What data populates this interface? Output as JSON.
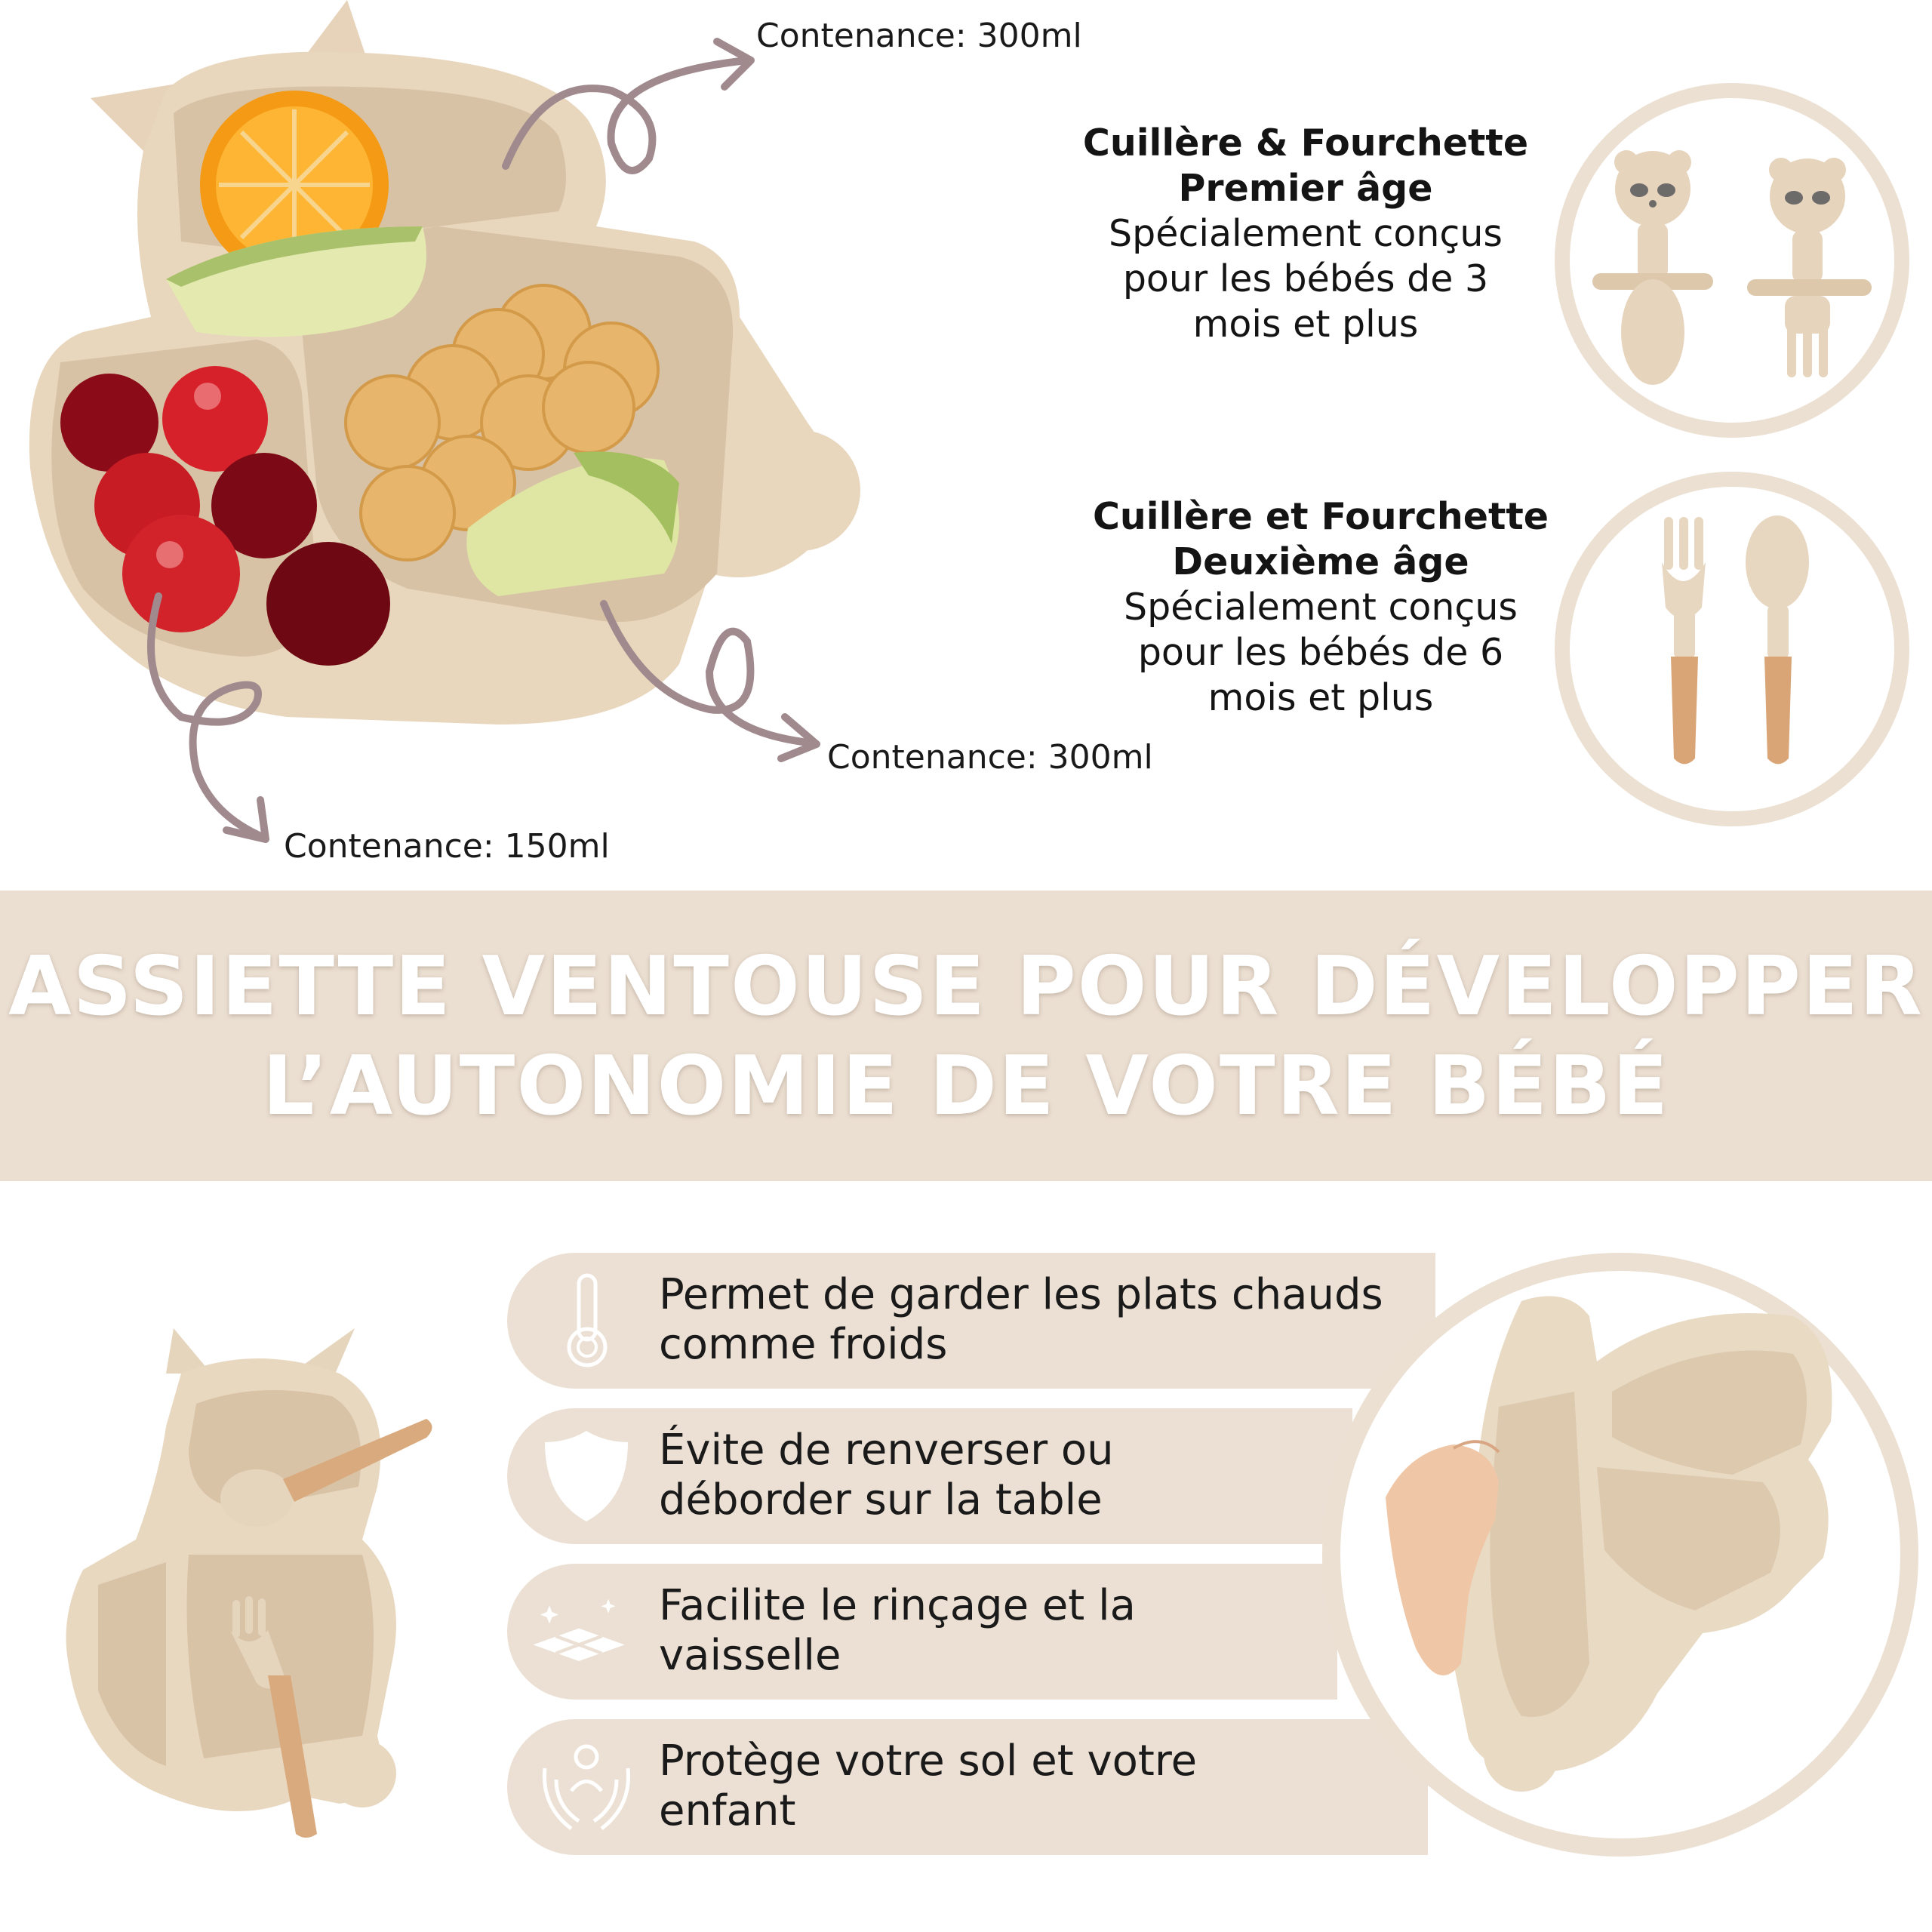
{
  "capacity_labels": {
    "top": "Contenance: 300ml",
    "middle": "Contenance: 300ml",
    "bottom": "Contenance: 150ml"
  },
  "cards": [
    {
      "title_line1": "Cuillère & Fourchette",
      "title_line2": "Premier âge",
      "desc_line1": "Spécialement conçus",
      "desc_line2": "pour les bébés de 3",
      "desc_line3": "mois et plus"
    },
    {
      "title_line1": "Cuillère et Fourchette",
      "title_line2": "Deuxième âge",
      "desc_line1": "Spécialement conçus",
      "desc_line2": "pour les bébés de 6",
      "desc_line3": "mois et plus"
    }
  ],
  "headline": {
    "line1": "ASSIETTE VENTOUSE POUR DÉVELOPPER",
    "line2": "L’AUTONOMIE DE VOTRE BÉBÉ"
  },
  "features": [
    {
      "icon": "thermometer-icon",
      "line1": "Permet de garder les plats chauds",
      "line2": "comme froids"
    },
    {
      "icon": "shield-icon",
      "line1": "Évite de renverser ou",
      "line2": "déborder sur la table"
    },
    {
      "icon": "sparkling-tiles-icon",
      "line1": "Facilite le rinçage et la",
      "line2": "vaisselle"
    },
    {
      "icon": "protective-hands-icon",
      "line1": "Protège votre sol et votre",
      "line2": "enfant"
    }
  ],
  "colors": {
    "beige_band": "#ebdfd2",
    "plate_silicone": "#ead9c2",
    "ring_border": "#ece0d2",
    "arrow": "#a08a8e"
  }
}
